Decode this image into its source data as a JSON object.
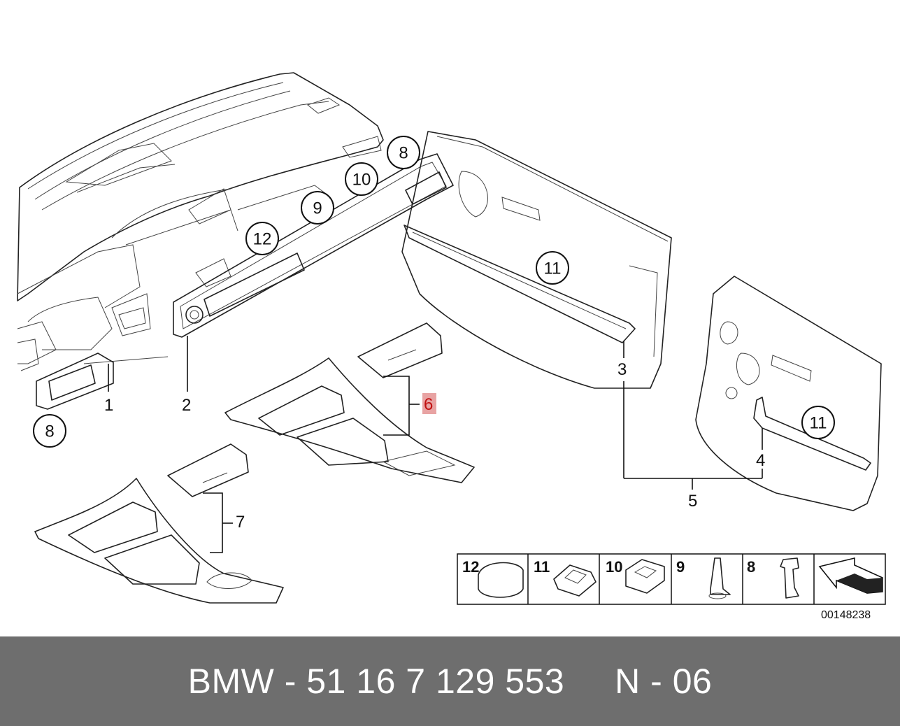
{
  "callouts": {
    "c8_top": "8",
    "c10": "10",
    "c9": "9",
    "c12": "12",
    "c11_upper": "11",
    "c11_lower": "11",
    "c8_left": "8"
  },
  "labels": {
    "l1": "1",
    "l2": "2",
    "l3": "3",
    "l4": "4",
    "l5": "5",
    "l6": "6",
    "l7": "7"
  },
  "legend": {
    "items": [
      "12",
      "11",
      "10",
      "9",
      "8"
    ]
  },
  "ref_number": "00148238",
  "footer": {
    "part_number": "BMW - 51 16 7 129 553     N - 06"
  },
  "colors": {
    "highlight": "#e8a3a3",
    "highlight_text": "#c01010",
    "footer_bg": "#6e6e6e"
  }
}
